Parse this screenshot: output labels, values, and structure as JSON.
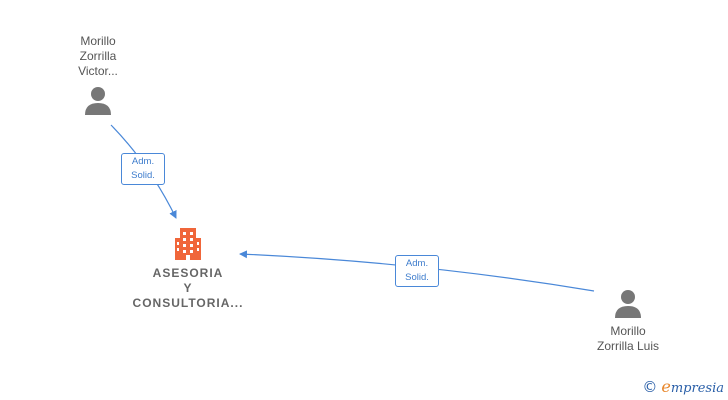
{
  "nodes": {
    "person_top": {
      "lines": [
        "Morillo",
        "Zorrilla",
        "Victor..."
      ]
    },
    "company": {
      "lines": [
        "ASESORIA",
        "Y",
        "CONSULTORIA..."
      ]
    },
    "person_right": {
      "lines": [
        "Morillo",
        "Zorrilla Luis"
      ]
    }
  },
  "edges": {
    "top_to_company": {
      "lines": [
        "Adm.",
        "Solid."
      ]
    },
    "right_to_company": {
      "lines": [
        "Adm.",
        "Solid."
      ]
    }
  },
  "footer": {
    "copyright_symbol": "©",
    "brand_initial": "e",
    "brand_rest": "mpresia"
  },
  "colors": {
    "edge": "#4a88d8",
    "company_icon": "#f0663a",
    "person_icon": "#777777"
  }
}
